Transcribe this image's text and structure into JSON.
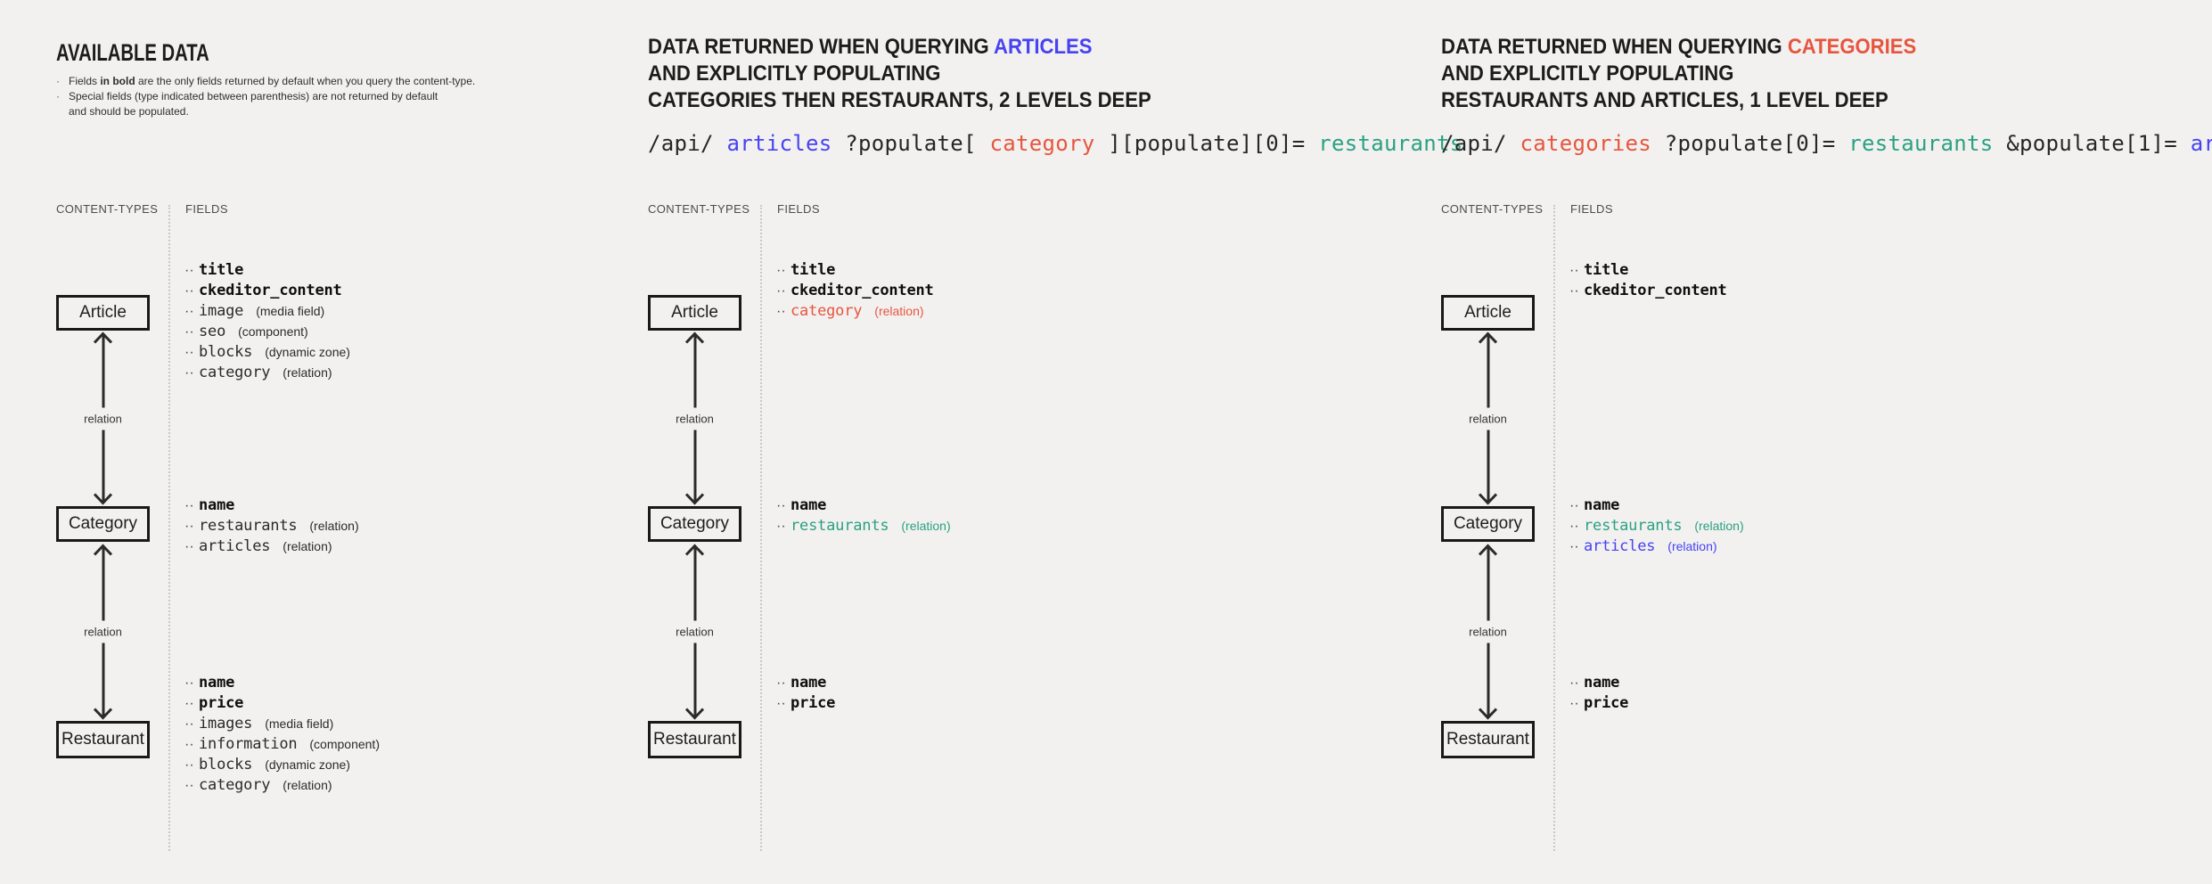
{
  "colors": {
    "background": "#f2f1ef",
    "ink": "#1f1f1f",
    "blue": "#4742f2",
    "red": "#e7553f",
    "teal": "#2aa183"
  },
  "labels": {
    "content_types": "CONTENT-TYPES",
    "fields": "FIELDS",
    "relation": "relation",
    "bullet_glyph": "·"
  },
  "columns": [
    {
      "title": "AVAILABLE DATA",
      "notes": {
        "n1_pre": "Fields ",
        "n1_bold": "in bold",
        "n1_post": " are the only fields returned by default when you query the content-type.",
        "n2_line1": "Special fields (type indicated between parenthesis) are not returned by default",
        "n2_line2": "and should be populated."
      },
      "types": [
        {
          "label": "Article",
          "color": "ink",
          "fields": [
            {
              "name": "title",
              "bold": true
            },
            {
              "name": "ckeditor_content",
              "bold": true
            },
            {
              "name": "image",
              "type": "(media field)"
            },
            {
              "name": "seo",
              "type": "(component)"
            },
            {
              "name": "blocks",
              "type": "(dynamic zone)"
            },
            {
              "name": "category",
              "type": "(relation)"
            }
          ]
        },
        {
          "label": "Category",
          "color": "ink",
          "fields": [
            {
              "name": "name",
              "bold": true
            },
            {
              "name": "restaurants",
              "type": "(relation)"
            },
            {
              "name": "articles",
              "type": "(relation)"
            }
          ]
        },
        {
          "label": "Restaurant",
          "color": "ink",
          "fields": [
            {
              "name": "name",
              "bold": true
            },
            {
              "name": "price",
              "bold": true
            },
            {
              "name": "images",
              "type": "(media field)"
            },
            {
              "name": "information",
              "type": "(component)"
            },
            {
              "name": "blocks",
              "type": "(dynamic zone)"
            },
            {
              "name": "category",
              "type": "(relation)"
            }
          ]
        }
      ]
    },
    {
      "title_line1_pre": "DATA RETURNED WHEN QUERYING ",
      "title_line1_highlight": "ARTICLES",
      "title_line2": "AND EXPLICITLY POPULATING",
      "title_line3": "CATEGORIES THEN RESTAURANTS, 2 LEVELS DEEP",
      "api_segments": [
        {
          "text": "/api/",
          "color": "dark"
        },
        {
          "text": "articles",
          "color": "blue"
        },
        {
          "text": "?populate[",
          "color": "dark"
        },
        {
          "text": "category",
          "color": "red"
        },
        {
          "text": "][populate][0]=",
          "color": "dark"
        },
        {
          "text": "restaurants",
          "color": "teal"
        }
      ],
      "types": [
        {
          "label": "Article",
          "color": "blue",
          "fields": [
            {
              "name": "title",
              "bold": true
            },
            {
              "name": "ckeditor_content",
              "bold": true
            },
            {
              "name": "category",
              "type": "(relation)",
              "color": "red"
            }
          ]
        },
        {
          "label": "Category",
          "color": "red",
          "fields": [
            {
              "name": "name",
              "bold": true
            },
            {
              "name": "restaurants",
              "type": "(relation)",
              "color": "teal"
            }
          ]
        },
        {
          "label": "Restaurant",
          "color": "teal",
          "fields": [
            {
              "name": "name",
              "bold": true
            },
            {
              "name": "price",
              "bold": true
            }
          ]
        }
      ]
    },
    {
      "title_line1_pre": "DATA RETURNED WHEN QUERYING ",
      "title_line1_highlight": "CATEGORIES",
      "title_line2": "AND EXPLICITLY POPULATING",
      "title_line3": "RESTAURANTS AND ARTICLES, 1 LEVEL DEEP",
      "api_segments": [
        {
          "text": "/api/",
          "color": "dark"
        },
        {
          "text": "categories",
          "color": "red"
        },
        {
          "text": "?populate[0]=",
          "color": "dark"
        },
        {
          "text": "restaurants",
          "color": "teal"
        },
        {
          "text": "&populate[1]=",
          "color": "dark"
        },
        {
          "text": "articles",
          "color": "blue"
        }
      ],
      "types": [
        {
          "label": "Article",
          "color": "blue",
          "fields": [
            {
              "name": "title",
              "bold": true
            },
            {
              "name": "ckeditor_content",
              "bold": true
            }
          ]
        },
        {
          "label": "Category",
          "color": "red",
          "fields": [
            {
              "name": "name",
              "bold": true
            },
            {
              "name": "restaurants",
              "type": "(relation)",
              "color": "teal"
            },
            {
              "name": "articles",
              "type": "(relation)",
              "color": "blue"
            }
          ]
        },
        {
          "label": "Restaurant",
          "color": "teal",
          "fields": [
            {
              "name": "name",
              "bold": true
            },
            {
              "name": "price",
              "bold": true
            }
          ]
        }
      ]
    }
  ]
}
